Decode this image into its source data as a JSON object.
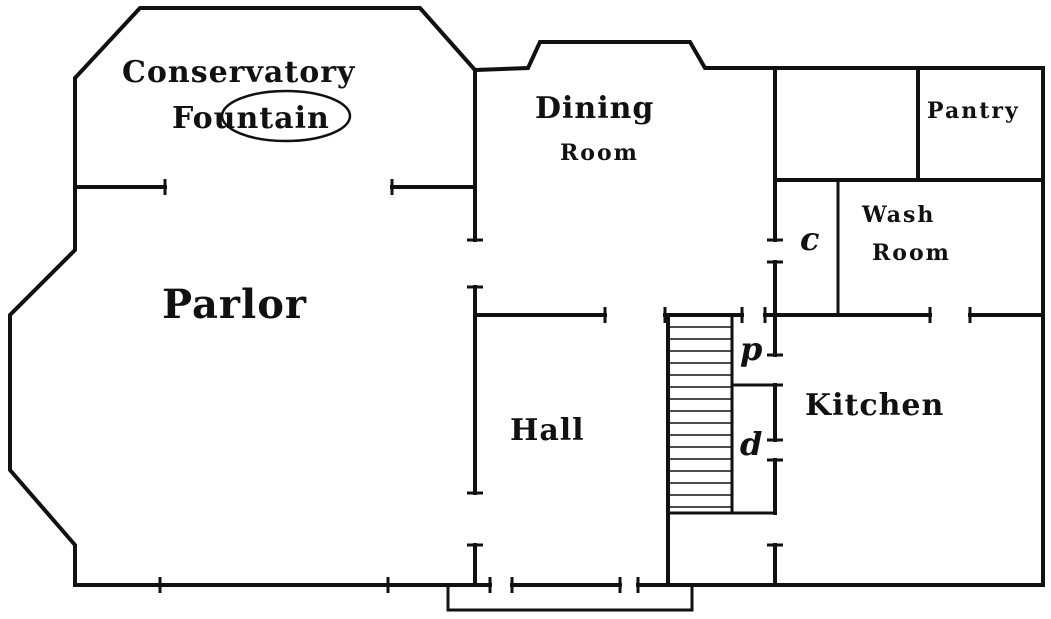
{
  "rooms": {
    "conservatory": "Conservatory",
    "fountain": "Fountain",
    "dining_1": "Dining",
    "dining_2": "Room",
    "pantry": "Pantry",
    "closet_c": "c",
    "wash_1": "Wash",
    "wash_2": "Room",
    "parlor": "Parlor",
    "closet_p": "p",
    "kitchen": "Kitchen",
    "hall": "Hall",
    "closet_d": "d"
  },
  "colors": {
    "ink": "#111111",
    "paper": "#ffffff"
  }
}
